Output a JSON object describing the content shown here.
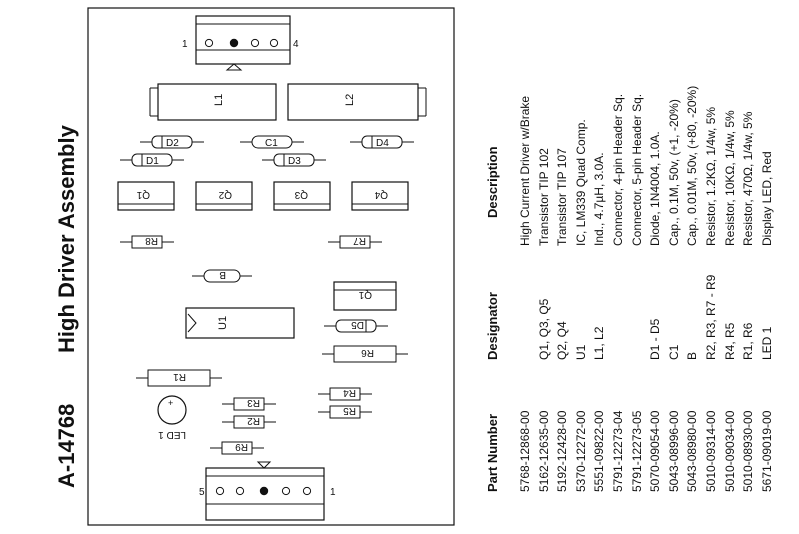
{
  "header": {
    "doc_number": "A-14768",
    "title": "High Driver Assembly"
  },
  "board": {
    "labels": {
      "conn_top": "4",
      "conn_top_pin1": "1",
      "conn_bottom_pin5": "5",
      "conn_bottom_pin1": "1",
      "l1": "L1",
      "l2": "L2",
      "d1": "D1",
      "d2": "D2",
      "d3": "D3",
      "d4": "D4",
      "d5": "D5",
      "c1": "C1",
      "q1": "Q1",
      "q2": "Q2",
      "q3": "Q3",
      "q4": "Q4",
      "q1b": "Q1",
      "r1": "R1",
      "r2": "R2",
      "r3": "R3",
      "r4": "R4",
      "r5": "R5",
      "r6": "R6",
      "r7": "R7",
      "r8": "R8",
      "r9": "R9",
      "b": "B",
      "u1": "U1",
      "led": "LED 1",
      "led_plus": "+"
    }
  },
  "bom": {
    "columns": {
      "part_number": "Part Number",
      "designator": "Designator",
      "description": "Description"
    },
    "rows": [
      {
        "part": "5768-12868-00",
        "designator": "",
        "description": "High Current Driver w/Brake"
      },
      {
        "part": "5162-12635-00",
        "designator": "Q1, Q3, Q5",
        "description": "Transistor TIP 102"
      },
      {
        "part": "5192-12428-00",
        "designator": "Q2, Q4",
        "description": "Transistor TIP 107"
      },
      {
        "part": "5370-12272-00",
        "designator": "U1",
        "description": "IC, LM339 Quad Comp."
      },
      {
        "part": "5551-09822-00",
        "designator": "L1, L2",
        "description": "Ind., 4.7µH, 3.0A."
      },
      {
        "part": "5791-12273-04",
        "designator": "",
        "description": "Connector, 4-pin Header Sq."
      },
      {
        "part": "5791-12273-05",
        "designator": "",
        "description": "Connector, 5-pin Header Sq."
      },
      {
        "part": "5070-09054-00",
        "designator": "D1 - D5",
        "description": "Diode, 1N4004, 1.0A."
      },
      {
        "part": "5043-08996-00",
        "designator": "C1",
        "description": "Cap., 0.1M, 50v, (+1, -20%)"
      },
      {
        "part": "5043-08980-00",
        "designator": "B",
        "description": "Cap., 0.01M, 50v, (+80, -20%)"
      },
      {
        "part": "5010-09314-00",
        "designator": "R2, R3, R7 - R9",
        "description": "Resistor, 1.2KΩ, 1/4w, 5%"
      },
      {
        "part": "5010-09034-00",
        "designator": "R4, R5",
        "description": "Resistor, 10KΩ, 1/4w, 5%"
      },
      {
        "part": "5010-08930-00",
        "designator": "R1, R6",
        "description": "Resistor, 470Ω, 1/4w, 5%"
      },
      {
        "part": "5671-09019-00",
        "designator": "LED 1",
        "description": "Display LED, Red"
      }
    ]
  }
}
